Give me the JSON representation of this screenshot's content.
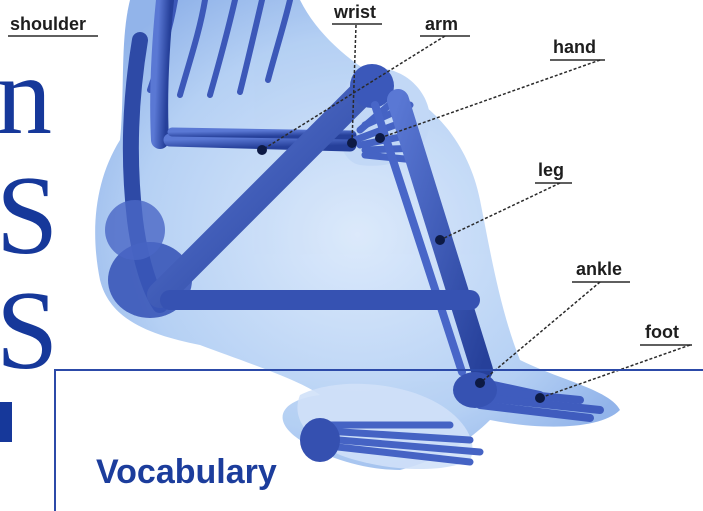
{
  "labels": {
    "shoulder": "shoulder",
    "wrist": "wrist",
    "arm": "arm",
    "hand": "hand",
    "leg": "leg",
    "ankle": "ankle",
    "foot": "foot"
  },
  "margin_letters": [
    "n",
    "S",
    "S"
  ],
  "section_title": "Vocabulary",
  "colors": {
    "accent": "#16389a",
    "bone": "#3a56b8",
    "body_glow": "#9fc2f2",
    "label_text": "#1e1e1e"
  },
  "icons": [
    "skeleton-illustration"
  ]
}
